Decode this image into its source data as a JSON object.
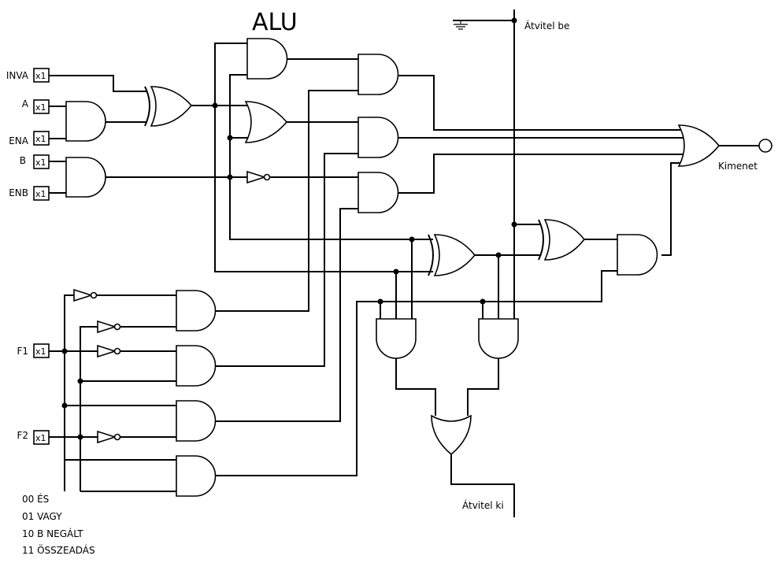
{
  "title": "ALU",
  "inputs": {
    "inva": "INVA",
    "a": "A",
    "ena": "ENA",
    "b": "B",
    "enb": "ENB",
    "f1": "F1",
    "f2": "F2"
  },
  "input_box_label": "x1",
  "carry_in": "Átvitel be",
  "carry_out": "Átvitel ki",
  "output": "Kimenet",
  "legend": [
    "00 ÉS",
    "01 VAGY",
    "10 B NEGÁLT",
    "11 ÖSSZEADÁS"
  ]
}
